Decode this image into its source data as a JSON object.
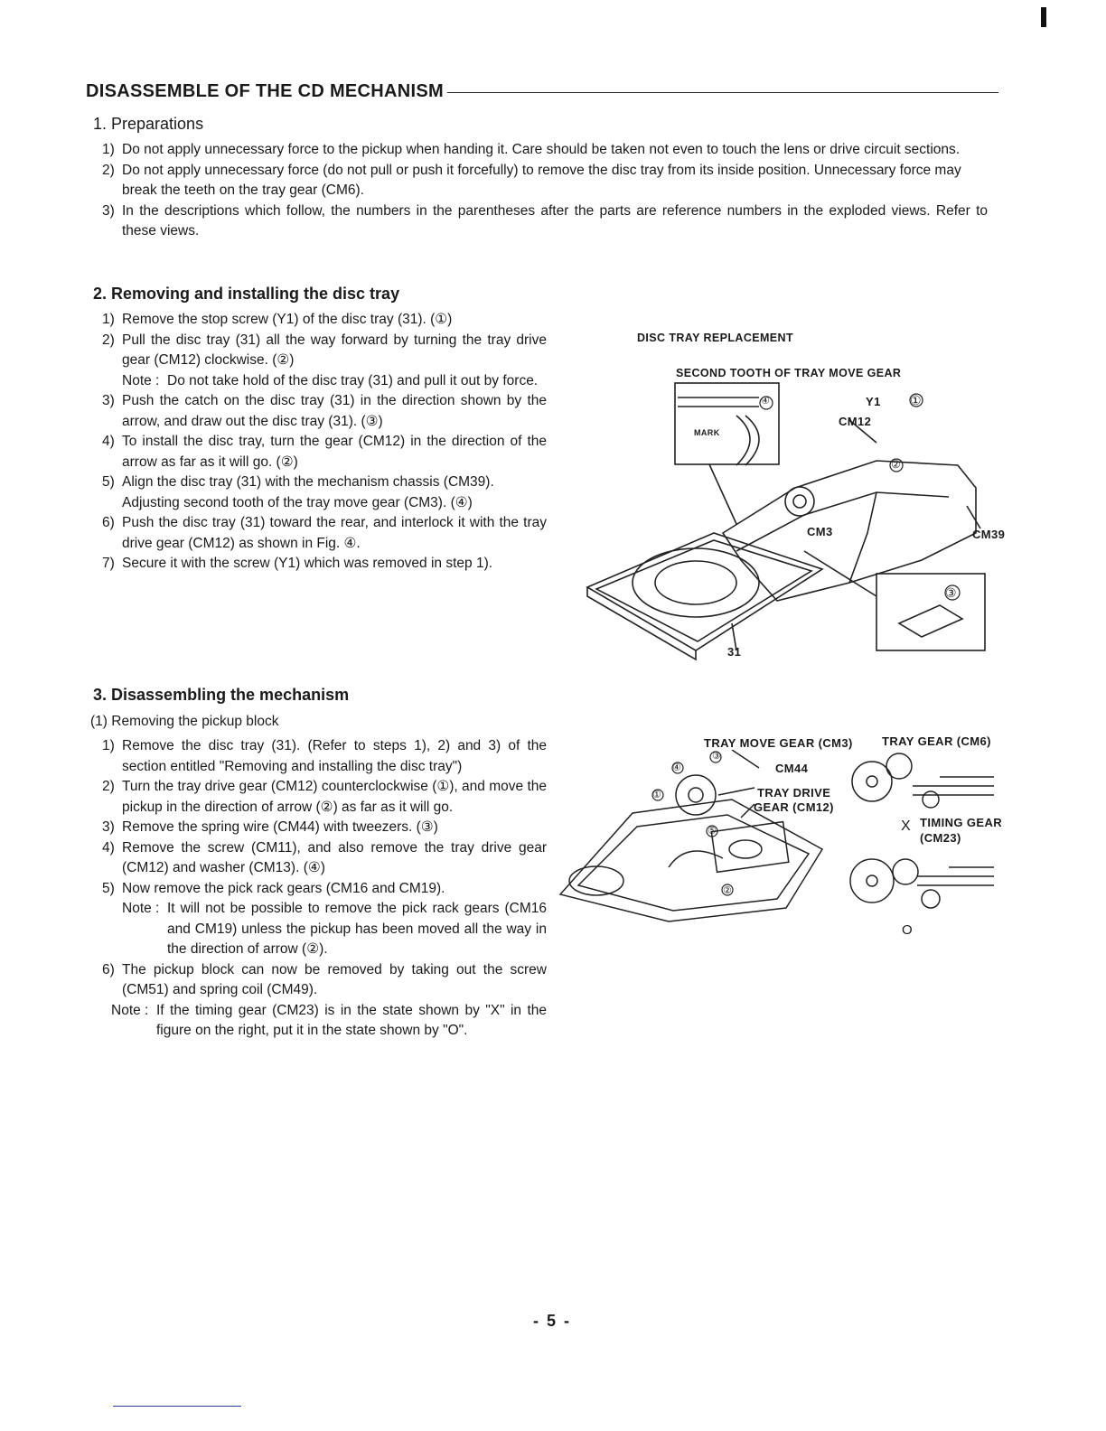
{
  "title": "DISASSEMBLE OF THE CD MECHANISM",
  "prep": {
    "heading": "1. Preparations",
    "items": [
      {
        "num": "1)",
        "text": "Do not apply unnecessary force to the pickup when handing it.  Care should be taken not even to touch the lens or drive circuit sections."
      },
      {
        "num": "2)",
        "text": "Do not apply unnecessary force (do not pull or push it forcefully) to remove the disc tray from its inside position. Unnecessary force may break the teeth on the tray gear (CM6)."
      },
      {
        "num": "3)",
        "text": "In the descriptions which follow, the numbers in the parentheses after the parts are reference numbers in the exploded views.  Refer to these views."
      }
    ]
  },
  "tray": {
    "heading": "2. Removing and installing the disc tray",
    "items": [
      {
        "num": "1)",
        "text": "Remove the stop screw (Y1) of the disc tray (31). (①)"
      },
      {
        "num": "2)",
        "text": "Pull the disc tray (31) all the way forward by turning the tray drive gear (CM12) clockwise. (②)"
      },
      {
        "note_label": "Note :",
        "text": "Do not take hold of the disc tray (31) and pull it out by force."
      },
      {
        "num": "3)",
        "text": "Push the catch on the disc tray (31) in the direction shown by the arrow, and draw out the disc tray (31). (③)"
      },
      {
        "num": "4)",
        "text": "To install the disc tray, turn the gear (CM12) in the direction of the arrow as far as it will go. (②)"
      },
      {
        "num": "5)",
        "text": "Align the disc tray (31) with the mechanism chassis (CM39). Adjusting second tooth of the tray move gear (CM3). (④)"
      },
      {
        "num": "6)",
        "text": "Push the disc tray (31) toward the rear, and interlock it with the tray drive gear (CM12) as shown in Fig. ④."
      },
      {
        "num": "7)",
        "text": "Secure it with the screw (Y1) which was removed in step 1)."
      }
    ]
  },
  "fig1": {
    "caption": "DISC TRAY REPLACEMENT",
    "subcaption": "SECOND TOOTH OF TRAY MOVE GEAR",
    "labels": {
      "mark": "MARK",
      "y1": "Y1",
      "cm12": "CM12",
      "cm3": "CM3",
      "cm39": "CM39",
      "tray": "31"
    },
    "circles": {
      "one": "①",
      "two": "②",
      "three": "③",
      "four": "④"
    }
  },
  "mech": {
    "heading": "3. Disassembling the mechanism",
    "subheading": "(1) Removing the pickup block",
    "items": [
      {
        "num": "1)",
        "text": "Remove the disc tray (31). (Refer to steps 1), 2) and 3) of the section entitled \"Removing and installing the disc tray\")"
      },
      {
        "num": "2)",
        "text": "Turn the tray drive gear (CM12) counterclockwise (①), and move the pickup in the direction of arrow (②) as far as it will go."
      },
      {
        "num": "3)",
        "text": "Remove the spring wire (CM44) with tweezers. (③)"
      },
      {
        "num": "4)",
        "text": "Remove the screw (CM11), and also remove the tray drive gear (CM12) and washer (CM13). (④)"
      },
      {
        "num": "5)",
        "text": "Now remove the pick rack gears (CM16 and CM19)."
      },
      {
        "note_label": "Note :",
        "text": "It will not be possible to remove the pick rack gears (CM16 and CM19) unless the pickup has been moved all the way in the direction of arrow (②)."
      },
      {
        "num": "6)",
        "text": "The pickup block can now be removed by taking out the screw (CM51) and spring coil (CM49)."
      },
      {
        "note_label": "Note :",
        "text": "If the timing gear (CM23) is in the state shown by \"X\" in the figure on the right, put it in the state shown by \"O\"."
      }
    ]
  },
  "fig2": {
    "labels": {
      "tray_move_gear": "TRAY MOVE GEAR (CM3)",
      "tray_gear": "TRAY GEAR (CM6)",
      "cm44": "CM44",
      "tray_drive": "TRAY DRIVE",
      "gear_cm12": "GEAR (CM12)",
      "x_mark": "X",
      "timing_gear": "TIMING GEAR",
      "cm23": "(CM23)",
      "o_mark": "O"
    },
    "circles": {
      "one": "①",
      "two": "②",
      "three": "③",
      "four": "④",
      "five": "⑤"
    }
  },
  "page_number": "- 5 -"
}
